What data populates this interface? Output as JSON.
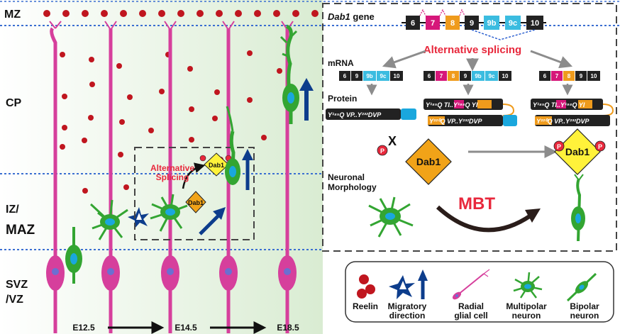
{
  "zones": {
    "mz": "MZ",
    "cp": "CP",
    "iz_line1": "IZ/",
    "iz_line2": "MAZ",
    "svz_line1": "SVZ",
    "svz_line2": "/VZ"
  },
  "timeline": {
    "t1": "E12.5",
    "t2": "E14.5",
    "t3": "E18.5"
  },
  "left_panel": {
    "alt_splicing_line1": "Alternative",
    "alt_splicing_line2": "Splicing",
    "dab1_small": "Dab1"
  },
  "right_panel": {
    "gene_title_italic": "Dab1",
    "gene_title_rest": " gene",
    "gene_exons": [
      "6",
      "7",
      "8",
      "9",
      "9b",
      "9c",
      "10"
    ],
    "alternative_splicing": "Alternative splicing",
    "mrna_label": "mRNA",
    "protein_label": "Protein",
    "mrna_left": [
      "6",
      "9",
      "9b",
      "9c",
      "10"
    ],
    "mrna_mid": [
      "6",
      "7",
      "8",
      "9",
      "9b",
      "9c",
      "10"
    ],
    "mrna_right": [
      "6",
      "7",
      "8",
      "9",
      "10"
    ],
    "protein_left": "Y¹⁸⁵Q VP..Y²³²DVP",
    "protein_mid_top": "Y¹⁸⁵Q TI..Y¹⁹⁸Q YI",
    "protein_mid_bottom": "Y²²⁰Q VP..Y²³²DVP",
    "protein_right_top": "Y¹⁸⁵Q TI..Y¹⁹⁸Q YI",
    "protein_right_bottom": "Y²²⁰Q VP..Y²³²DVP",
    "dab1_left": "Dab1",
    "dab1_right": "Dab1",
    "p_mark": "P",
    "x_mark": "X",
    "neuronal_morphology_1": "Neuronal",
    "neuronal_morphology_2": "Morphology",
    "mbt": "MBT"
  },
  "legend": {
    "reelin": "Reelin",
    "migratory_1": "Migratory",
    "migratory_2": "direction",
    "radial_1": "Radial",
    "radial_2": "glial cell",
    "multipolar_1": "Multipolar",
    "multipolar_2": "neuron",
    "bipolar_1": "Bipolar",
    "bipolar_2": "neuron"
  },
  "colors": {
    "reelin": "#c0161f",
    "radial_glia": "#d63f9c",
    "neuron_green": "#33a532",
    "nucleus_blue": "#1aa7dd",
    "arrow_navy": "#0d3d8c",
    "exon7": "#d6177a",
    "exon8": "#ef9b1c",
    "exon9b": "#3bbce0",
    "exon_dark": "#222222",
    "dab1_yellow": "#fff23a",
    "dab1_orange": "#f1a318",
    "splicing_red": "#e8283c"
  }
}
